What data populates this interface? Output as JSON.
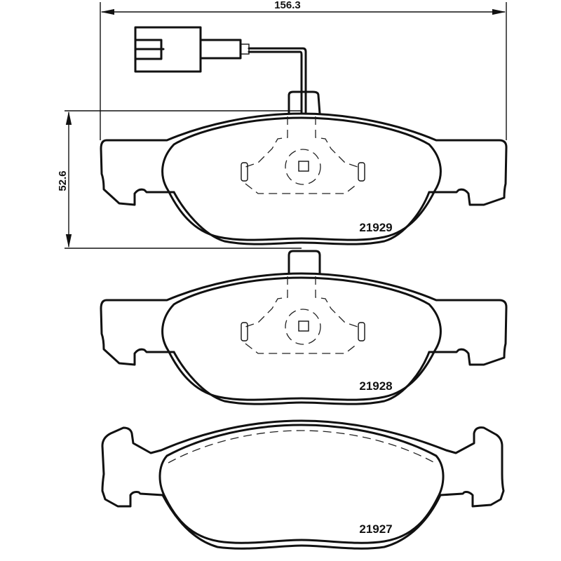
{
  "drawing": {
    "type": "brake pad set technical drawing",
    "dimensions": {
      "width_label": "156.3",
      "height_label": "52.6"
    },
    "pads": [
      {
        "id": "pad-top",
        "part_number": "21929",
        "has_wear_sensor": true,
        "has_backplate_features": true
      },
      {
        "id": "pad-middle",
        "part_number": "21928",
        "has_wear_sensor": false,
        "has_backplate_features": true
      },
      {
        "id": "pad-bottom",
        "part_number": "21927",
        "has_wear_sensor": false,
        "has_backplate_features": false
      }
    ],
    "colors": {
      "line": "#111111",
      "background": "#ffffff"
    }
  }
}
